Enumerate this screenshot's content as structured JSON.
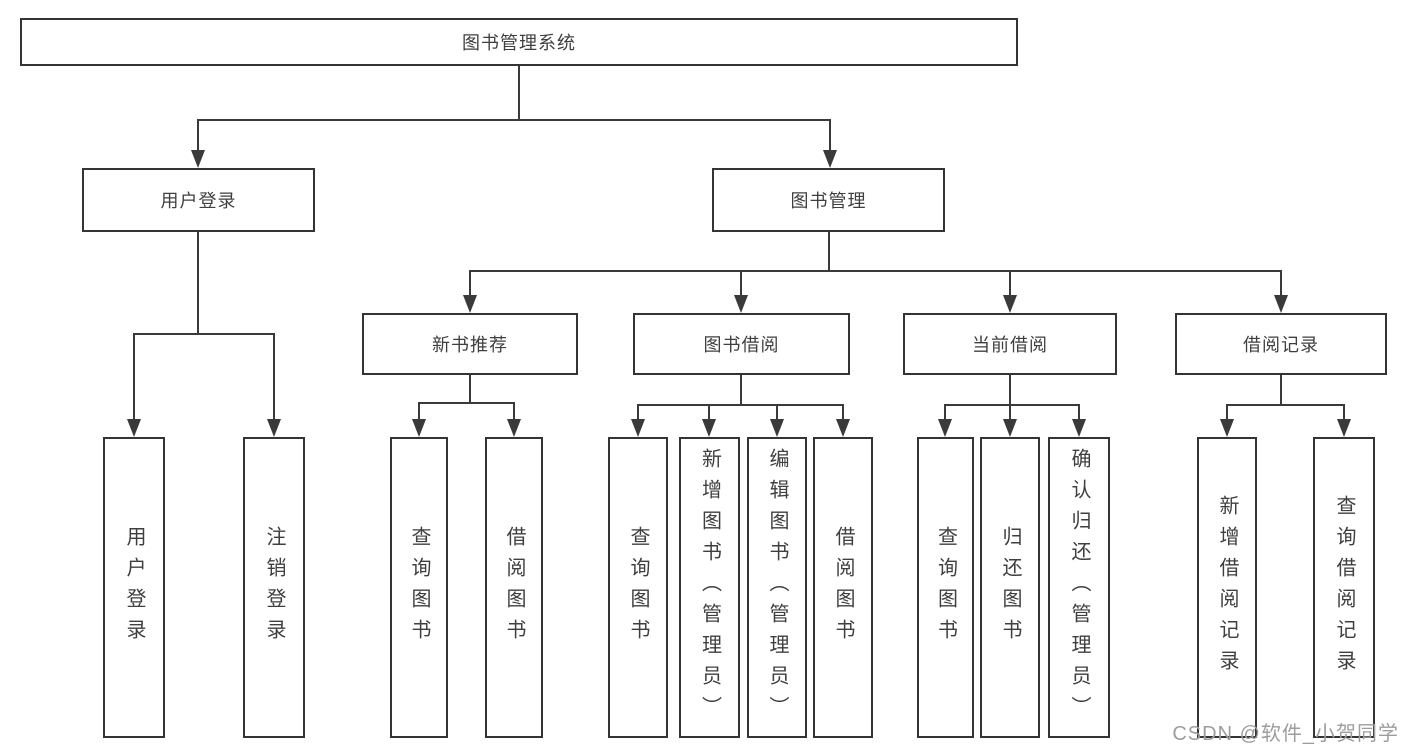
{
  "root": {
    "label": "图书管理系统"
  },
  "level1": {
    "user_login": {
      "label": "用户登录"
    },
    "book_management": {
      "label": "图书管理"
    }
  },
  "level2": {
    "new_book_recommend": {
      "label": "新书推荐"
    },
    "book_borrowing": {
      "label": "图书借阅"
    },
    "current_borrowing": {
      "label": "当前借阅"
    },
    "borrowing_records": {
      "label": "借阅记录"
    }
  },
  "leaves": {
    "user_login": [
      "用户登录",
      "注销登录"
    ],
    "new_book_recommend": [
      "查询图书",
      "借阅图书"
    ],
    "book_borrowing": [
      "查询图书",
      "新增图书（管理员）",
      "编辑图书（管理员）",
      "借阅图书"
    ],
    "current_borrowing": [
      "查询图书",
      "归还图书",
      "确认归还（管理员）"
    ],
    "borrowing_records": [
      "新增借阅记录",
      "查询借阅记录"
    ]
  },
  "watermark": "CSDN @软件_小贺同学",
  "colors": {
    "line": "#3a3a3a",
    "border": "#343434",
    "text": "#3f3f3f",
    "watermark": "#9d9d9d"
  }
}
